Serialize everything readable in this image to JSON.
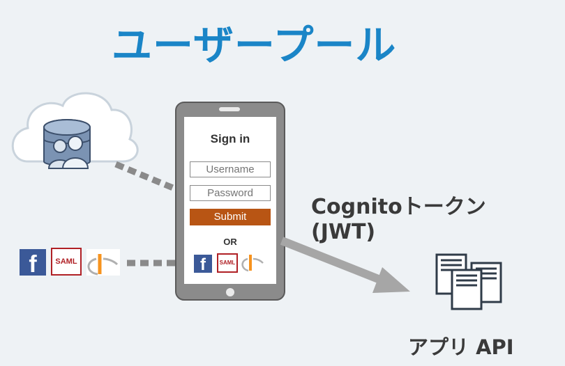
{
  "title": "ユーザープール",
  "login_screen": {
    "heading": "Sign in",
    "username_placeholder": "Username",
    "password_placeholder": "Password",
    "submit_label": "Submit",
    "or_label": "OR"
  },
  "identity_providers": {
    "facebook_glyph": "f",
    "saml_label": "SAML",
    "icons": [
      "facebook-icon",
      "saml-icon",
      "openid-icon"
    ]
  },
  "token": {
    "line1": "Cognitoトークン",
    "line2": "(JWT)"
  },
  "api": {
    "label": "アプリ API"
  },
  "colors": {
    "title": "#1a85c7",
    "submit": "#b85514",
    "facebook": "#3b5998",
    "saml": "#b02025",
    "openid": "#f7931e",
    "arrow": "#a6a6a6",
    "phone_frame": "#6d6d6d"
  }
}
